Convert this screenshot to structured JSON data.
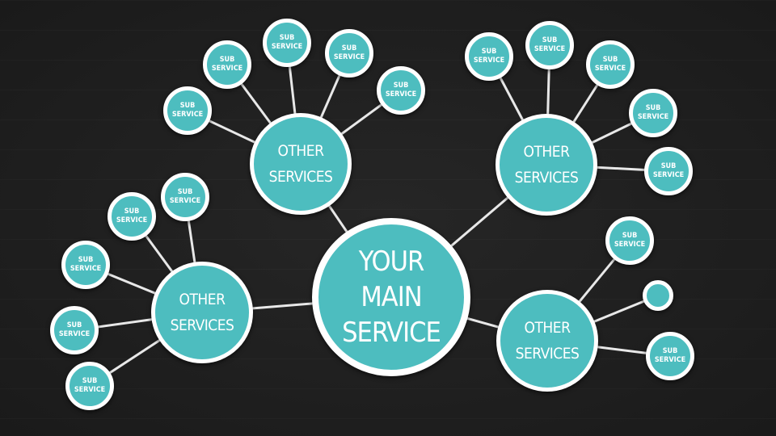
{
  "colors": {
    "node_fill": "#4dbdbf",
    "node_border": "#ffffff",
    "connector": "#e8e8e8",
    "background": "#1f1f1f"
  },
  "main": {
    "label": "YOUR\nMAIN\nSERVICE"
  },
  "services": [
    {
      "label": "OTHER\nSERVICES",
      "subs": [
        "SUB\nSERVICE",
        "SUB\nSERVICE",
        "SUB\nSERVICE",
        "SUB\nSERVICE",
        "SUB\nSERVICE"
      ]
    },
    {
      "label": "OTHER\nSERVICES",
      "subs": [
        "SUB\nSERVICE",
        "SUB\nSERVICE",
        "SUB\nSERVICE",
        "SUB\nSERVICE",
        "SUB\nSERVICE"
      ]
    },
    {
      "label": "OTHER\nSERVICES",
      "subs": [
        "SUB\nSERVICE",
        "SUB\nSERVICE",
        "SUB\nSERVICE",
        "SUB\nSERVICE",
        "SUB\nSERVICE"
      ]
    },
    {
      "label": "OTHER\nSERVICES",
      "subs": [
        "SUB\nSERVICE",
        "",
        "SUB\nSERVICE"
      ]
    }
  ]
}
